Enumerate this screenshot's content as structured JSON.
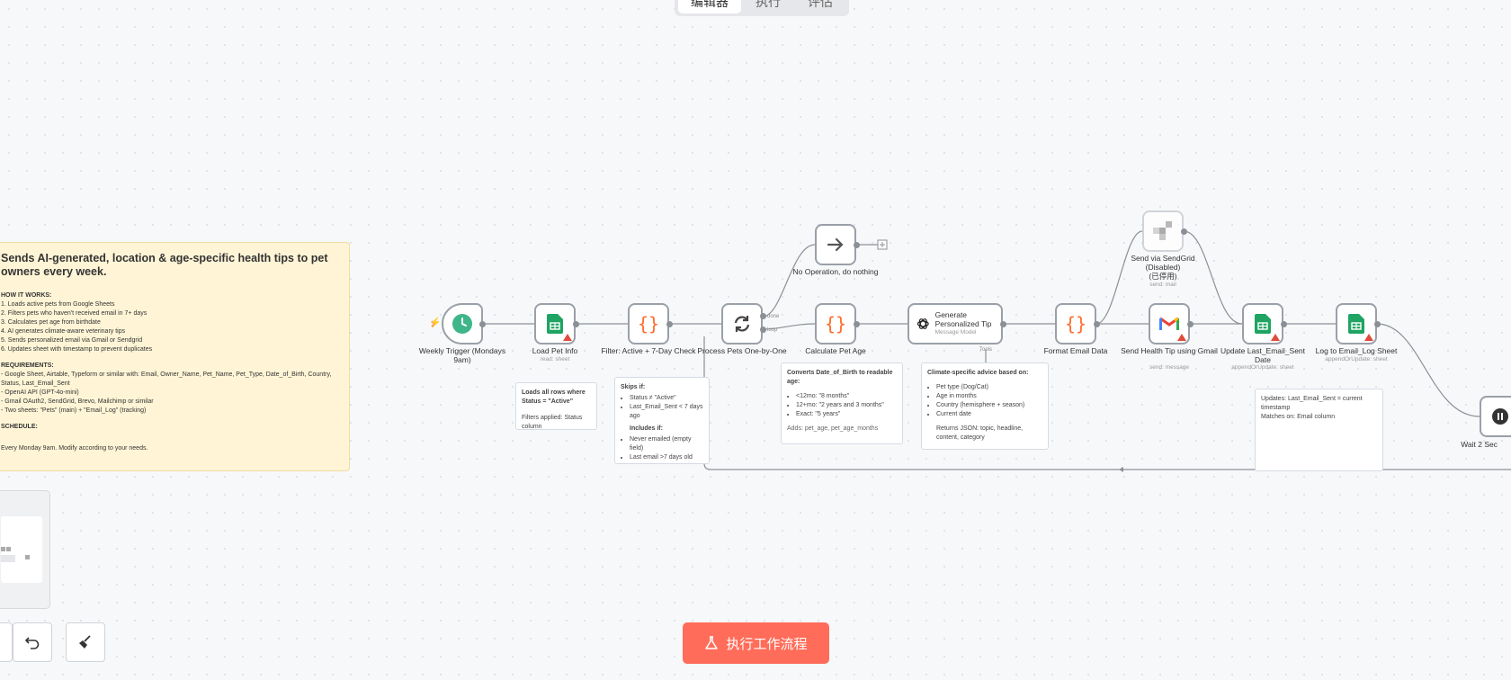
{
  "tabs": [
    "编辑器",
    "执行",
    "评估"
  ],
  "main_note": {
    "title": "Sends AI-generated, location & age-specific health tips to pet owners every week.",
    "how_it_works_heading": "HOW IT WORKS:",
    "how_it_works": [
      "1. Loads active pets from Google Sheets",
      "2. Filters pets who haven't received email in 7+ days",
      "3. Calculates pet age from birthdate",
      "4. AI generates climate-aware veterinary tips",
      "5. Sends personalized email via Gmail or Sendgrid",
      "6. Updates sheet with timestamp to prevent duplicates"
    ],
    "requirements_heading": "REQUIREMENTS:",
    "requirements": [
      "- Google Sheet, Airtable, Typeform or similar with: Email, Owner_Name, Pet_Name, Pet_Type, Date_of_Birth, Country, Status, Last_Email_Sent",
      "- OpenAI API (GPT-4o-mini)",
      "- Gmail OAuth2, SendGrid, Brevo, Mailchimp or similar",
      "- Two sheets: \"Pets\" (main) + \"Email_Log\" (tracking)"
    ],
    "schedule_heading": "SCHEDULE:",
    "schedule": "Every Monday 9am. Modify according to your needs."
  },
  "nodes": {
    "trigger": {
      "label": "Weekly Trigger (Mondays 9am)"
    },
    "load": {
      "label": "Load Pet Info",
      "sub": "read: sheet"
    },
    "filter": {
      "label": "Filter: Active + 7-Day Check"
    },
    "process": {
      "label": "Process Pets One-by-One",
      "done": "done",
      "loop": "loop"
    },
    "noop": {
      "label": "No Operation, do nothing"
    },
    "age": {
      "label": "Calculate Pet Age"
    },
    "ai": {
      "label": "Generate Personalized Tip",
      "sub": "Message Model",
      "tools": "Tools"
    },
    "format": {
      "label": "Format Email Data"
    },
    "sendgrid": {
      "label": "Send via SendGrid (Disabled)",
      "label2": "(已停用)",
      "sub": "send: mail"
    },
    "gmail": {
      "label": "Send Health Tip using Gmail",
      "sub": "send: message"
    },
    "update": {
      "label": "Update Last_Email_Sent Date",
      "sub": "appendOrUpdate: sheet"
    },
    "log": {
      "label": "Log to Email_Log Sheet",
      "sub": "appendOrUpdate: sheet"
    },
    "wait": {
      "label": "Wait 2 Sec"
    }
  },
  "notes": {
    "load": {
      "bold": "Loads all rows where Status = \"Active\"",
      "text": "Filters applied: Status column"
    },
    "filter": {
      "skips_heading": "Skips if:",
      "skips": [
        "Status ≠ \"Active\"",
        "Last_Email_Sent < 7 days ago"
      ],
      "includes_heading": "Includes if:",
      "includes": [
        "Never emailed (empty field)",
        "Last email >7 days old"
      ]
    },
    "age": {
      "bold": "Converts Date_of_Birth to readable age:",
      "items": [
        "<12mo: \"8 months\"",
        "12+mo: \"2 years and 3 months\"",
        "Exact: \"5 years\""
      ],
      "footer": "Adds: pet_age, pet_age_months"
    },
    "ai": {
      "bold": "Climate-specific advice based on:",
      "items": [
        "Pet type (Dog/Cat)",
        "Age in months",
        "Country (hemisphere + season)",
        "Current date"
      ],
      "footer": "Returns JSON: topic, headline, content, category"
    },
    "update": {
      "line1": "Updates: Last_Email_Sent = current timestamp",
      "line2": "Matches on: Email column"
    }
  },
  "run_button": "执行工作流程",
  "colors": {
    "accent": "#ff6d5a",
    "sheets_green": "#1fa463",
    "code_orange": "#ff6d2d",
    "note_yellow": "#fff5d6"
  }
}
